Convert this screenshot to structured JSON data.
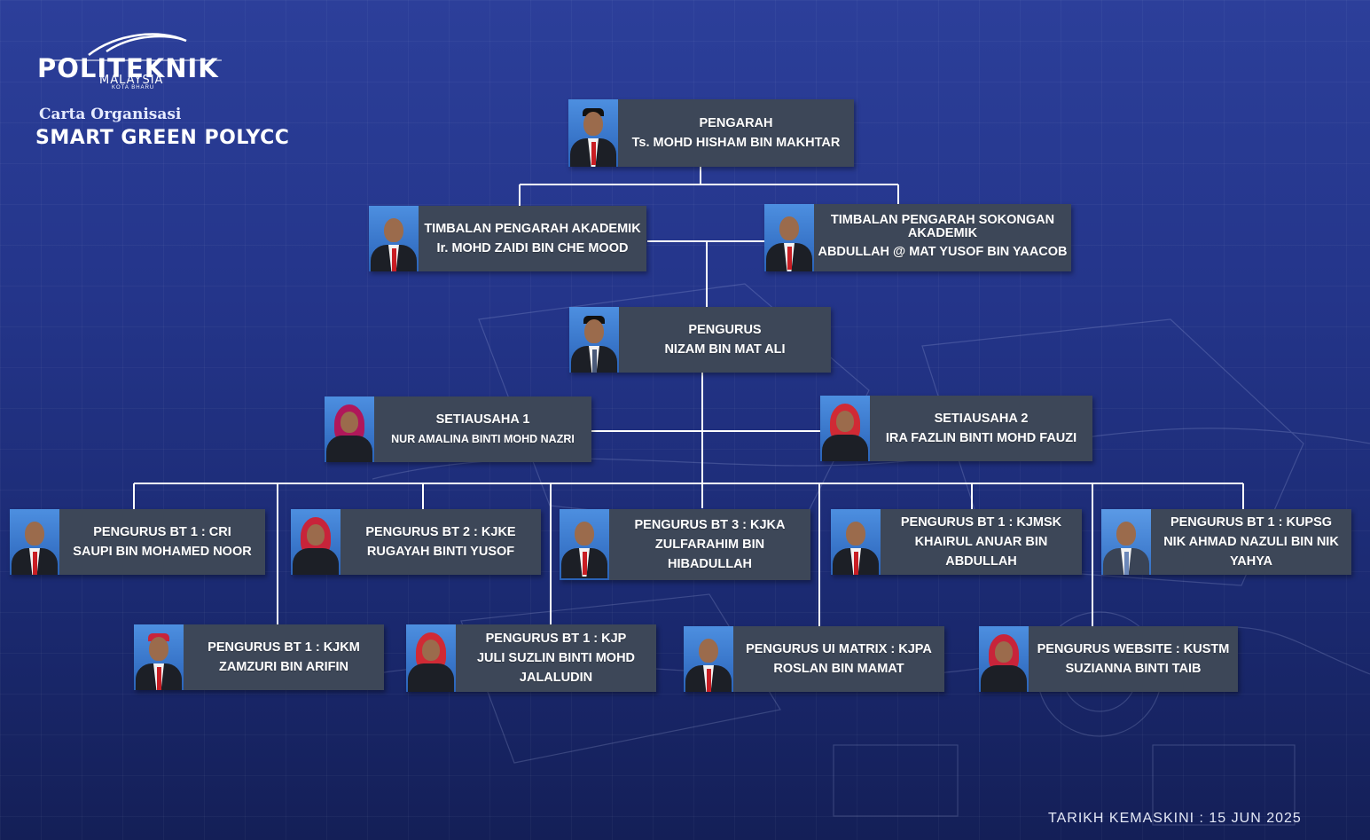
{
  "header": {
    "logo_word": "POLITEKNIK",
    "logo_sub": "MALAYSIA",
    "logo_sub2": "KOTA BHARU",
    "subtitle": "Carta Organisasi",
    "title": "SMART GREEN POLYCC"
  },
  "footer": {
    "updated": "TARIKH KEMASKINI : 15 JUN 2025"
  },
  "nodes": {
    "pengarah": {
      "role": "PENGARAH",
      "name": "Ts. MOHD HISHAM BIN MAKHTAR"
    },
    "tp_akademik": {
      "role": "TIMBALAN PENGARAH AKADEMIK",
      "name": "Ir. MOHD ZAIDI BIN CHE MOOD"
    },
    "tp_sokongan": {
      "role": "TIMBALAN PENGARAH SOKONGAN AKADEMIK",
      "name": "ABDULLAH @ MAT YUSOF BIN YAACOB"
    },
    "pengurus": {
      "role": "PENGURUS",
      "name": "NIZAM BIN MAT ALI"
    },
    "setiausaha1": {
      "role": "SETIAUSAHA 1",
      "name": "NUR AMALINA BINTI MOHD NAZRI"
    },
    "setiausaha2": {
      "role": "SETIAUSAHA 2",
      "name": "IRA FAZLIN BINTI MOHD FAUZI"
    },
    "cri": {
      "role": "PENGURUS BT 1 : CRI",
      "name": "SAUPI BIN MOHAMED NOOR"
    },
    "kjke": {
      "role": "PENGURUS BT 2 : KJKE",
      "name": "RUGAYAH BINTI YUSOF"
    },
    "kjka": {
      "role": "PENGURUS BT 3 : KJKA",
      "name": "ZULFARAHIM BIN HIBADULLAH"
    },
    "kjmsk": {
      "role": "PENGURUS BT 1 : KJMSK",
      "name": "KHAIRUL ANUAR BIN ABDULLAH"
    },
    "kupsg": {
      "role": "PENGURUS BT 1 : KUPSG",
      "name": "NIK AHMAD NAZULI BIN NIK YAHYA"
    },
    "kjkm": {
      "role": "PENGURUS BT 1 : KJKM",
      "name": "ZAMZURI BIN ARIFIN"
    },
    "kjp": {
      "role": "PENGURUS BT 1 : KJP",
      "name": "JULI SUZLIN BINTI MOHD JALALUDIN"
    },
    "kjpa": {
      "role": "PENGURUS UI MATRIX : KJPA",
      "name": "ROSLAN BIN MAMAT"
    },
    "kustm": {
      "role": "PENGURUS WEBSITE : KUSTM",
      "name": "SUZIANNA BINTI TAIB"
    }
  }
}
